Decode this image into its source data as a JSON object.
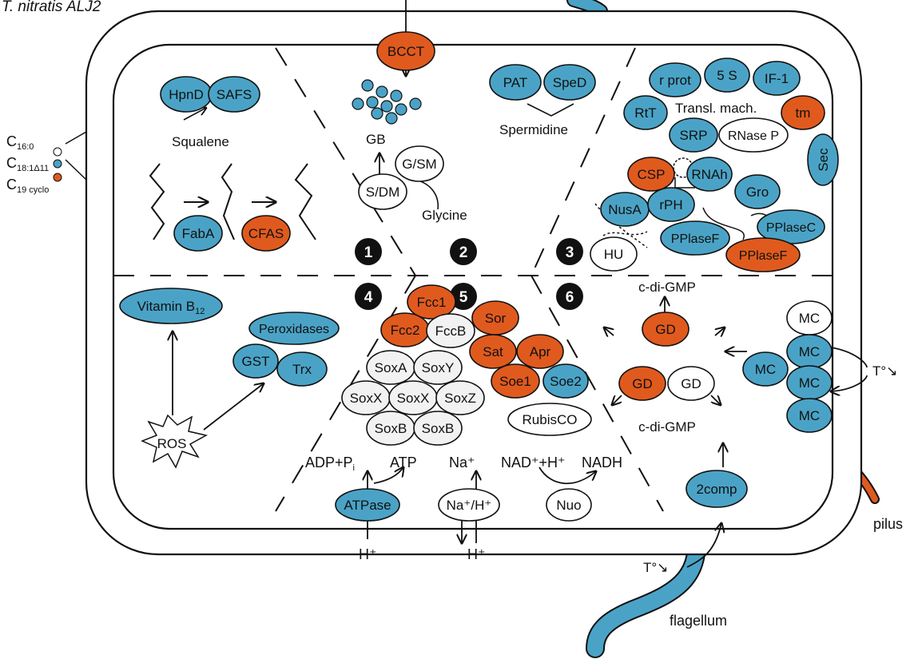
{
  "title": "T. nitratis ALJ2",
  "colors": {
    "blue": "#4aa3c6",
    "orange": "#e05a1e",
    "white": "#ffffff",
    "grey": "#f2f2f2",
    "stroke": "#111111"
  },
  "lipids": {
    "c16_main": "C",
    "c16_sub": "16:0",
    "c18_main": "C",
    "c18_sub": "18:1Δ11",
    "c19_main": "C",
    "c19_sub": "19 cyclo"
  },
  "section_numbers": [
    "1",
    "2",
    "3",
    "4",
    "5",
    "6"
  ],
  "proteins": {
    "bcct": "BCCT",
    "hpnd": "HpnD",
    "safs": "SAFS",
    "faba": "FabA",
    "cfas": "CFAS",
    "gsm": "G/SM",
    "sdm": "S/DM",
    "pat": "PAT",
    "sped": "SpeD",
    "rprot": "r prot",
    "fives": "5 S",
    "if1": "IF-1",
    "rtt": "RtT",
    "tm": "tm",
    "srp": "SRP",
    "rnasep": "RNase P",
    "sec": "Sec",
    "csp": "CSP",
    "rnah": "RNAh",
    "nusa": "NusA",
    "rph": "rPH",
    "gro": "Gro",
    "ppiasec": "PPlaseC",
    "ppiasef1": "PPlaseF",
    "ppiasef2": "PPlaseF",
    "hu": "HU",
    "vitb12": "Vitamin B",
    "vitb12_sub": "12",
    "peroxidases": "Peroxidases",
    "gst": "GST",
    "trx": "Trx",
    "ros": "ROS",
    "fcc1": "Fcc1",
    "fcc2": "Fcc2",
    "fccb": "FccB",
    "soxa": "SoxA",
    "soxy": "SoxY",
    "soxx1": "SoxX",
    "soxx2": "SoxX",
    "soxz": "SoxZ",
    "soxb1": "SoxB",
    "soxb2": "SoxB",
    "sor": "Sor",
    "sat": "Sat",
    "apr": "Apr",
    "soe1": "Soe1",
    "soe2": "Soe2",
    "rubisco": "RubisCO",
    "gd1": "GD",
    "gd2": "GD",
    "gd3": "GD",
    "mc1": "MC",
    "mc2": "MC",
    "mc3": "MC",
    "mc4": "MC",
    "mc5": "MC",
    "atpase": "ATPase",
    "naantiporter": "Na⁺/H⁺",
    "nuo": "Nuo",
    "twocomp": "2comp"
  },
  "metabolites": {
    "squalene": "Squalene",
    "gb": "GB",
    "glycine": "Glycine",
    "spermidine": "Spermidine",
    "transl": "Transl. mach.",
    "cdigmp_top": "c-di-GMP",
    "cdigmp_bottom": "c-di-GMP",
    "adp": "ADP+P",
    "adp_sub": "i",
    "atp": "ATP",
    "na_in": "Na⁺",
    "nad": "NAD⁺+H⁺",
    "nadh": "NADH",
    "h_atp": "H⁺",
    "h_na": "H⁺",
    "temp_right": "T°↘",
    "temp_bottom": "T°↘"
  },
  "appendages": {
    "pilus": "pilus",
    "flagellum": "flagellum"
  }
}
